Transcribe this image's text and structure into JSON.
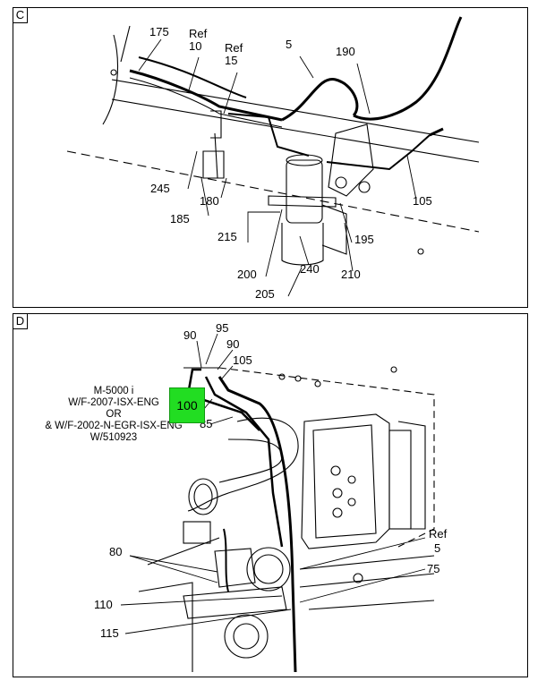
{
  "panels": [
    {
      "letter": "C",
      "callouts": {
        "c175": "175",
        "c10_ref": "Ref",
        "c10": "10",
        "c15_ref": "Ref",
        "c15": "15",
        "c5": "5",
        "c190": "190",
        "c245": "245",
        "c180": "180",
        "c185": "185",
        "c105": "105",
        "c195": "195",
        "c215": "215",
        "c240": "240",
        "c200": "200",
        "c210": "210",
        "c205": "205"
      }
    },
    {
      "letter": "D",
      "callouts": {
        "d90a": "90",
        "d95": "95",
        "d90b": "90",
        "d105": "105",
        "d85": "85",
        "d80": "80",
        "d110": "110",
        "d115": "115",
        "d5_ref": "Ref",
        "d5": "5",
        "d75": "75"
      },
      "note_lines": [
        "M-5000 i",
        "W/F-2007-ISX-ENG",
        "OR",
        "& W/F-2002-N-EGR-ISX-ENG",
        "W/510923"
      ],
      "highlight_label": "100",
      "highlight_color": "#22dd22"
    }
  ]
}
